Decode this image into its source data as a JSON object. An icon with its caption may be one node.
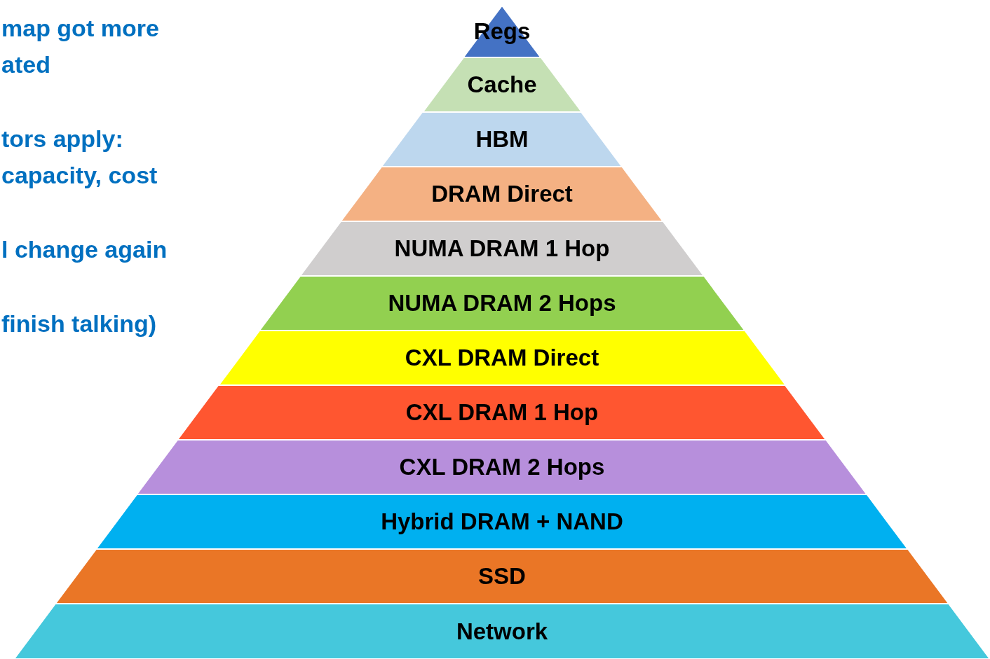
{
  "diagram": {
    "nodes": [
      {
        "text": [
          "Regs"
        ]
      },
      {
        "text": [
          "Cache"
        ]
      },
      {
        "text": [
          "HBM"
        ]
      },
      {
        "text": [
          "DRAM Direct"
        ]
      },
      {
        "text": [
          "NUMA DRAM 1 Hop"
        ]
      },
      {
        "text": [
          "NUMA DRAM 2 Hops"
        ]
      },
      {
        "text": [
          "CXL DRAM Direct"
        ]
      },
      {
        "text": [
          "CXL DRAM 1 Hop"
        ]
      },
      {
        "text": [
          "CXL DRAM 2 Hops"
        ]
      },
      {
        "text": [
          "Hybrid DRAM + NAND"
        ]
      },
      {
        "text": [
          "SSD"
        ]
      },
      {
        "text": [
          "Network"
        ]
      }
    ],
    "edges": [],
    "labels": [
      "map got more ated",
      "tors apply: capacity, cost",
      "l change again",
      "finish talking)"
    ]
  }
}
